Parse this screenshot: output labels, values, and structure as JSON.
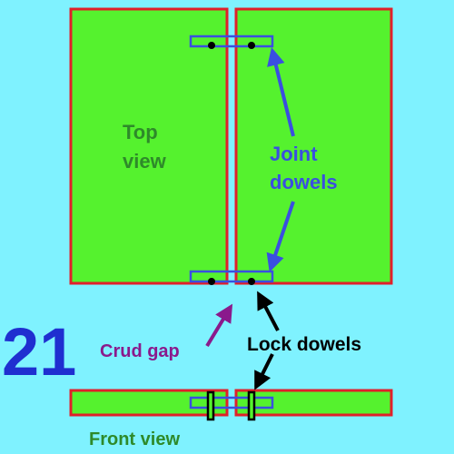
{
  "figure_number": "21",
  "labels": {
    "top_view_line1": "Top",
    "top_view_line2": "view",
    "joint_dowels_line1": "Joint",
    "joint_dowels_line2": "dowels",
    "crud_gap": "Crud gap",
    "lock_dowels": "Lock dowels",
    "front_view": "Front view"
  },
  "colors": {
    "background": "#7ff2ff",
    "panel_fill": "#55f22e",
    "panel_border": "#e0202a",
    "dowel": "#3a4fe0",
    "arrow_blue": "#3a4fe0",
    "arrow_purple": "#8a1a8c",
    "arrow_black": "#000000",
    "figure_number": "#1f2fd0",
    "text_green": "#2e8a2a",
    "text_purple": "#8a1a8c",
    "text_black": "#000000"
  }
}
